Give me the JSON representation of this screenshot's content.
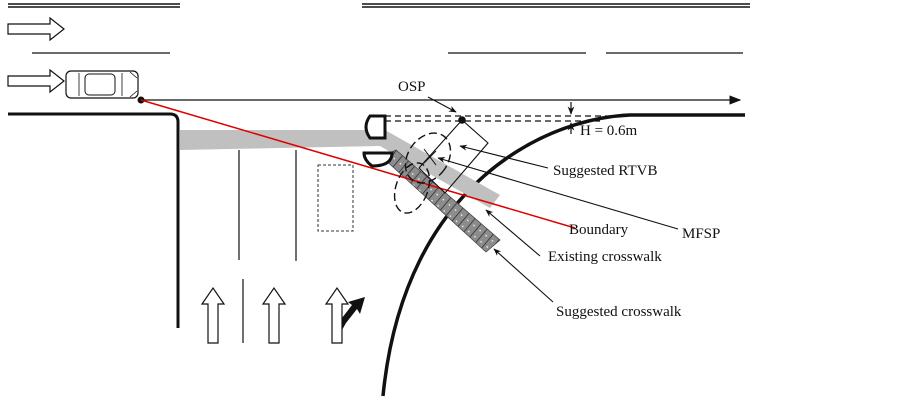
{
  "diagram": {
    "title": "Right-turn sight distance at intersection",
    "labels": {
      "osp": "OSP",
      "h_value": "H =  0.6m",
      "suggested_rtvb": "Suggested RTVB",
      "mfsp": "MFSP",
      "boundary": "Boundary",
      "existing_crosswalk": "Existing crosswalk",
      "suggested_crosswalk": "Suggested crosswalk"
    },
    "colors": {
      "ink": "#111111",
      "boundary_line": "#e00000",
      "existing_crosswalk_fill": "#c0c0c0",
      "suggested_crosswalk_fill": "#8c8c8c"
    },
    "icons": {
      "through_arrow": "arrow-right-outline-icon",
      "lane_arrow": "arrow-up-outline-icon",
      "right_turn_arrow": "arrow-up-right-turn-icon",
      "vehicle": "car-icon"
    }
  }
}
